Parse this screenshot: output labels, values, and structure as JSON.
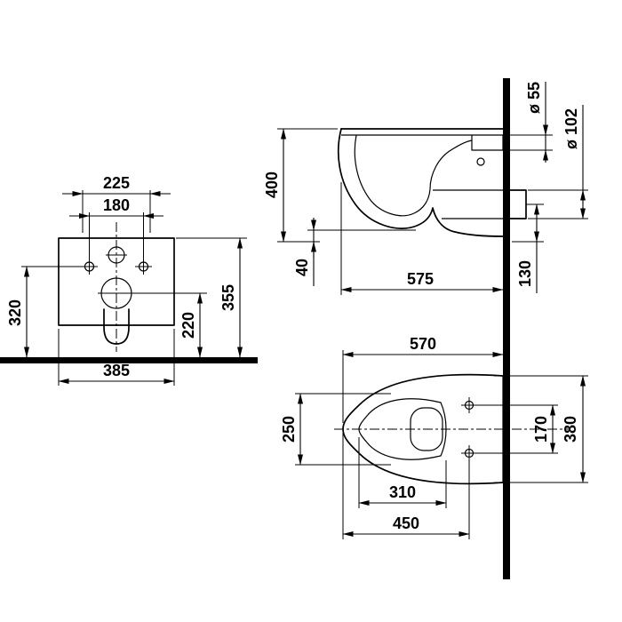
{
  "colors": {
    "background": "#ffffff",
    "ink": "#000000"
  },
  "views": {
    "rear": {
      "dims": {
        "d225": "225",
        "d180": "180",
        "d320": "320",
        "d355": "355",
        "d220": "220",
        "d385": "385"
      }
    },
    "side": {
      "dims": {
        "d400": "400",
        "d40": "40",
        "d575": "575",
        "d130": "130",
        "d55": "ø 55",
        "d102": "ø 102"
      }
    },
    "plan": {
      "dims": {
        "d570": "570",
        "d250": "250",
        "d310": "310",
        "d450": "450",
        "d170": "170",
        "d380": "380"
      }
    }
  }
}
